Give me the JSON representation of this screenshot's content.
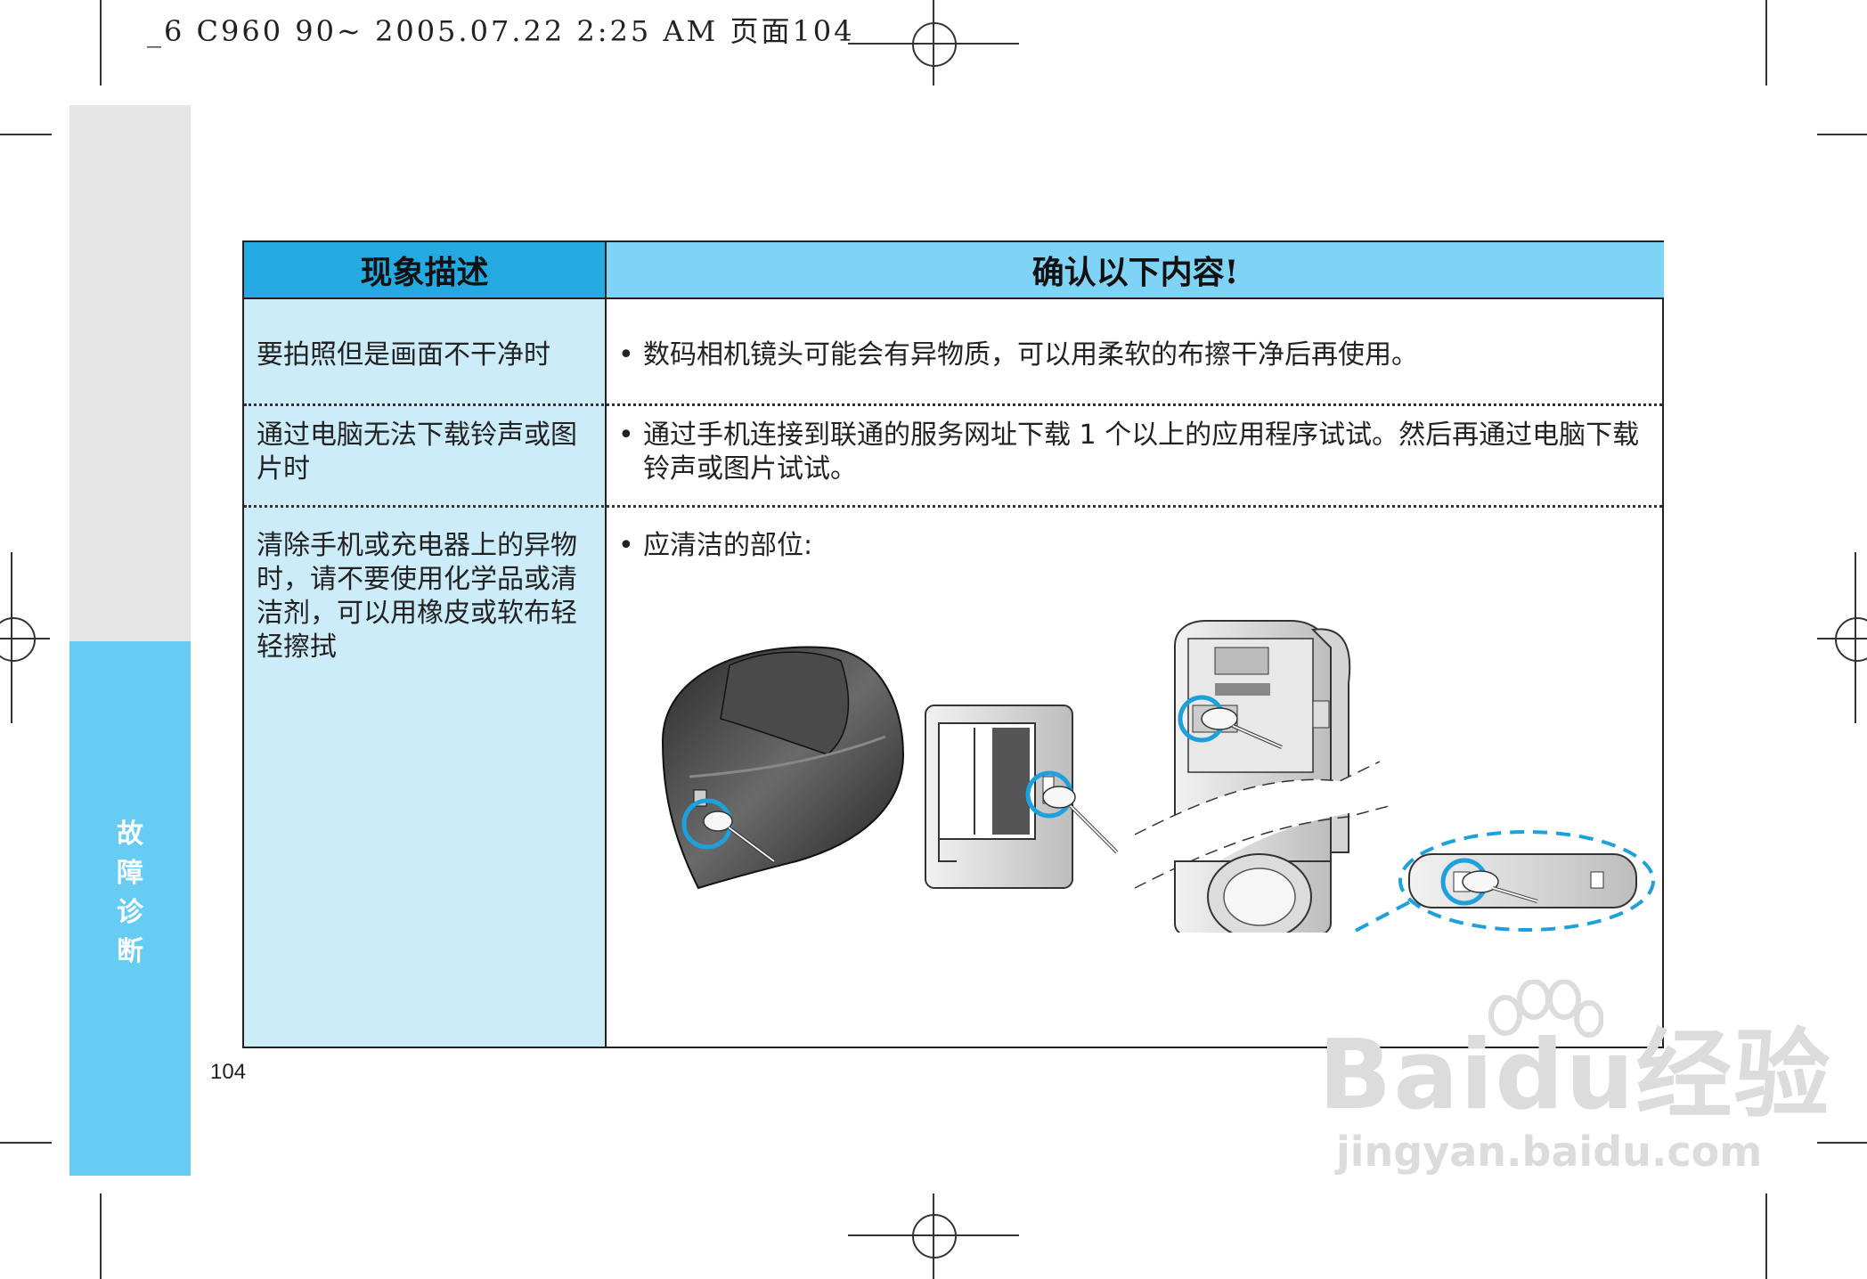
{
  "print_header": "_6 C960 90~ 2005.07.22 2:25 AM 页面104",
  "side_tab": {
    "label": [
      "故",
      "障",
      "诊",
      "断"
    ],
    "color": "#66ccf4"
  },
  "page_number": "104",
  "table": {
    "headers": {
      "symptom": "现象描述",
      "check": "确认以下内容!"
    },
    "rows": [
      {
        "symptom": "要拍照但是画面不干净时",
        "check": "数码相机镜头可能会有异物质，可以用柔软的布擦干净后再使用。"
      },
      {
        "symptom": "通过电脑无法下载铃声或图片时",
        "check": "通过手机连接到联通的服务网址下载 1 个以上的应用程序试试。然后再通过电脑下载铃声或图片试试。"
      },
      {
        "symptom": "清除手机或充电器上的异物时，请不要使用化学品或清洁剂，可以用橡皮或软布轻轻擦拭",
        "check": "应清洁的部位:"
      }
    ]
  },
  "colors": {
    "header_dark": "#24a9e1",
    "header_light": "#7fd3f6",
    "cell_light": "#ccecf9",
    "highlight": "#1ea0dc"
  },
  "watermark": {
    "main": "Baidu经验",
    "sub": "jingyan.baidu.com"
  }
}
